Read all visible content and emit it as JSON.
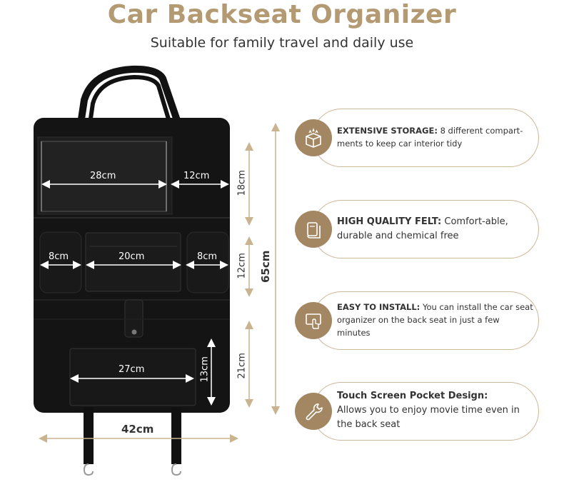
{
  "header": {
    "title": "Car Backseat Organizer",
    "subtitle": "Suitable for family travel and daily use"
  },
  "dimensions": {
    "tablet_width": "28cm",
    "side_pocket_width": "12cm",
    "top_height": "18cm",
    "bottle_left_width": "8cm",
    "middle_width": "20cm",
    "bottle_right_width": "8cm",
    "middle_height": "12cm",
    "total_height": "65cm",
    "bottom_pocket_width": "27cm",
    "bottom_pocket_height": "13cm",
    "bottom_height": "21cm",
    "total_width": "42cm"
  },
  "features": [
    {
      "icon": "storage-box-icon",
      "heading": "EXTENSIVE STORAGE:",
      "body": " 8 different compart-ments to keep car interior tidy"
    },
    {
      "icon": "felt-roll-icon",
      "heading": "HIGH QUALITY FELT:",
      "body": " Comfort-able, durable and chemical free"
    },
    {
      "icon": "touch-install-icon",
      "heading": "EASY TO INSTALL:",
      "body": " You can install the car seat organizer on the back seat in just a few minutes"
    },
    {
      "icon": "wrench-icon",
      "heading": "Touch Screen Pocket Design:",
      "body": "Allows you to enjoy movie time even in the back seat"
    }
  ],
  "colors": {
    "accent": "#b49a72",
    "badge": "#a38762",
    "pill_border": "#ccb89a",
    "felt": "#141414"
  }
}
